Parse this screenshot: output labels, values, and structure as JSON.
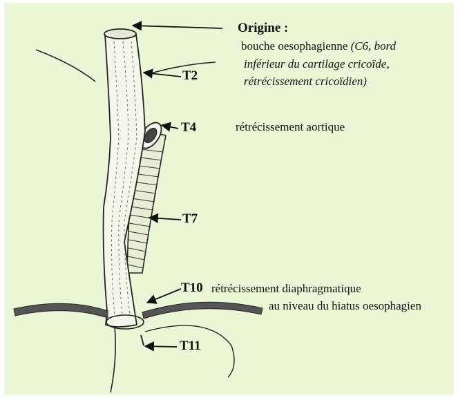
{
  "colors": {
    "background": "#eaf7d6",
    "ink": "#111111"
  },
  "labels": {
    "origine": "Origine :",
    "origine_line1_normal": "bouche oesophagienne ",
    "origine_line1_italic": "(C6, bord",
    "origine_line2": "inférieur du cartilage cricoïde,",
    "origine_line3": "rétrécissement cricoïdien)",
    "t2": "T2",
    "t4": "T4",
    "t4_desc": "rétrécissement aortique",
    "t7": "T7",
    "t10": "T10",
    "t10_desc_line1": "rétrécissement diaphragmatique",
    "t10_desc_line2": "au niveau du hiatus oesophagien",
    "t11": "T11"
  }
}
